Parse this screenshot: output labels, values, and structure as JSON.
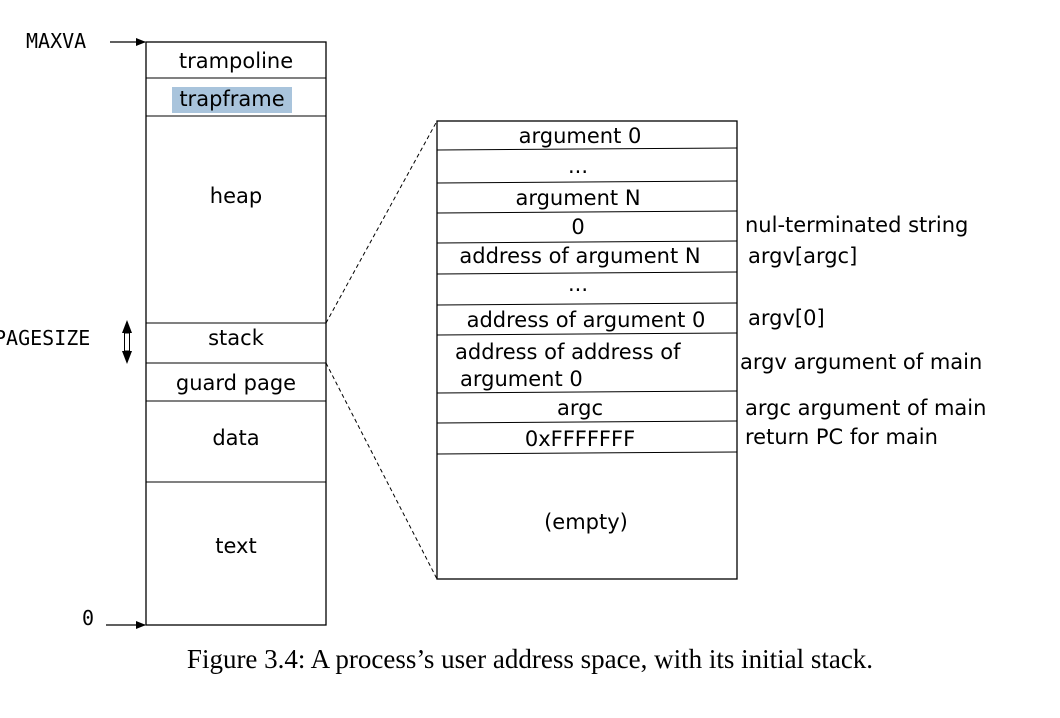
{
  "address_labels": {
    "top": "MAXVA",
    "middle": "PAGESIZE",
    "bottom": "0"
  },
  "address_space": {
    "regions": [
      "trampoline",
      "trapframe",
      "heap",
      "stack",
      "guard page",
      "data",
      "text"
    ],
    "highlight_color": "#a9c4dc"
  },
  "stack_detail": {
    "cells": [
      [
        "argument 0"
      ],
      [
        "..."
      ],
      [
        "argument N"
      ],
      [
        "0"
      ],
      [
        "address of argument N"
      ],
      [
        "..."
      ],
      [
        "address of argument 0"
      ],
      [
        "address of address of",
        "argument 0"
      ],
      [
        "argc"
      ],
      [
        "0xFFFFFFF"
      ],
      [
        "(empty)"
      ]
    ],
    "annotations": [
      "nul-terminated string",
      "argv[argc]",
      "argv[0]",
      "argv argument of main",
      "argc argument of main",
      "return PC for main"
    ]
  },
  "caption": "Figure 3.4: A process’s user address space, with its initial stack."
}
